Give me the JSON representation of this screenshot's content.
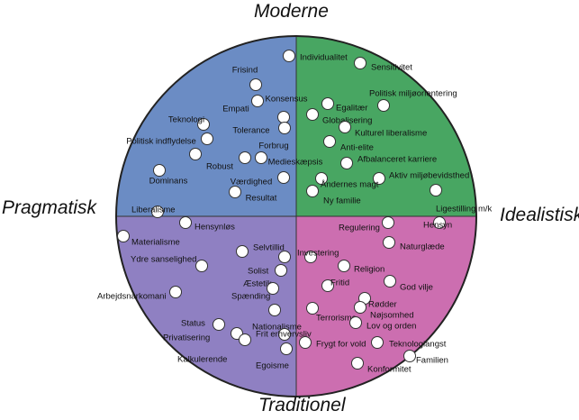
{
  "axes": {
    "top": "Moderne",
    "left": "Pragmatisk",
    "right": "Idealistisk",
    "bottom": "Traditionel"
  },
  "colors": {
    "top_left": "#6b8cc4",
    "top_right": "#48a662",
    "bottom_left": "#8f80c2",
    "bottom_right": "#cc6eb0",
    "outline": "#222222",
    "marker": "#ffffff"
  },
  "quadrants": {
    "top_left": [
      "Frisind",
      "Empati",
      "Konsensus",
      "Teknologi",
      "Tolerance",
      "Politisk indflydelse",
      "Robust",
      "Forbrug",
      "Medieskæpsis",
      "Dominans",
      "Værdighed",
      "Resultat"
    ],
    "top_right": [
      "Individualitet",
      "Sensitivitet",
      "Politisk miljøorientering",
      "Egalitær",
      "Globalisering",
      "Kulturel liberalisme",
      "Anti-elite",
      "Afbalanceret karriere",
      "Aktiv miljøbevidsthed",
      "Åndernes magt",
      "Ny familie",
      "Ligestilling m/k"
    ],
    "bottom_left": [
      "Liberalisme",
      "Hensynløs",
      "Materialisme",
      "Selvtillid",
      "Ydre sanselighed",
      "Solist",
      "Æstetik",
      "Arbejdsnarkomani",
      "Spænding",
      "Status",
      "Nationalisme",
      "Privatisering",
      "Frit erhvervsliv",
      "Kalkulerende",
      "Egoisme"
    ],
    "bottom_right": [
      "Regulering",
      "Hensyn",
      "Naturglæde",
      "Investering",
      "Religion",
      "Fritid",
      "God vilje",
      "Rødder",
      "Nøjsomhed",
      "Terrorisme",
      "Lov og orden",
      "Frygt for vold",
      "Teknologiangst",
      "Familien",
      "Konformitet"
    ]
  }
}
